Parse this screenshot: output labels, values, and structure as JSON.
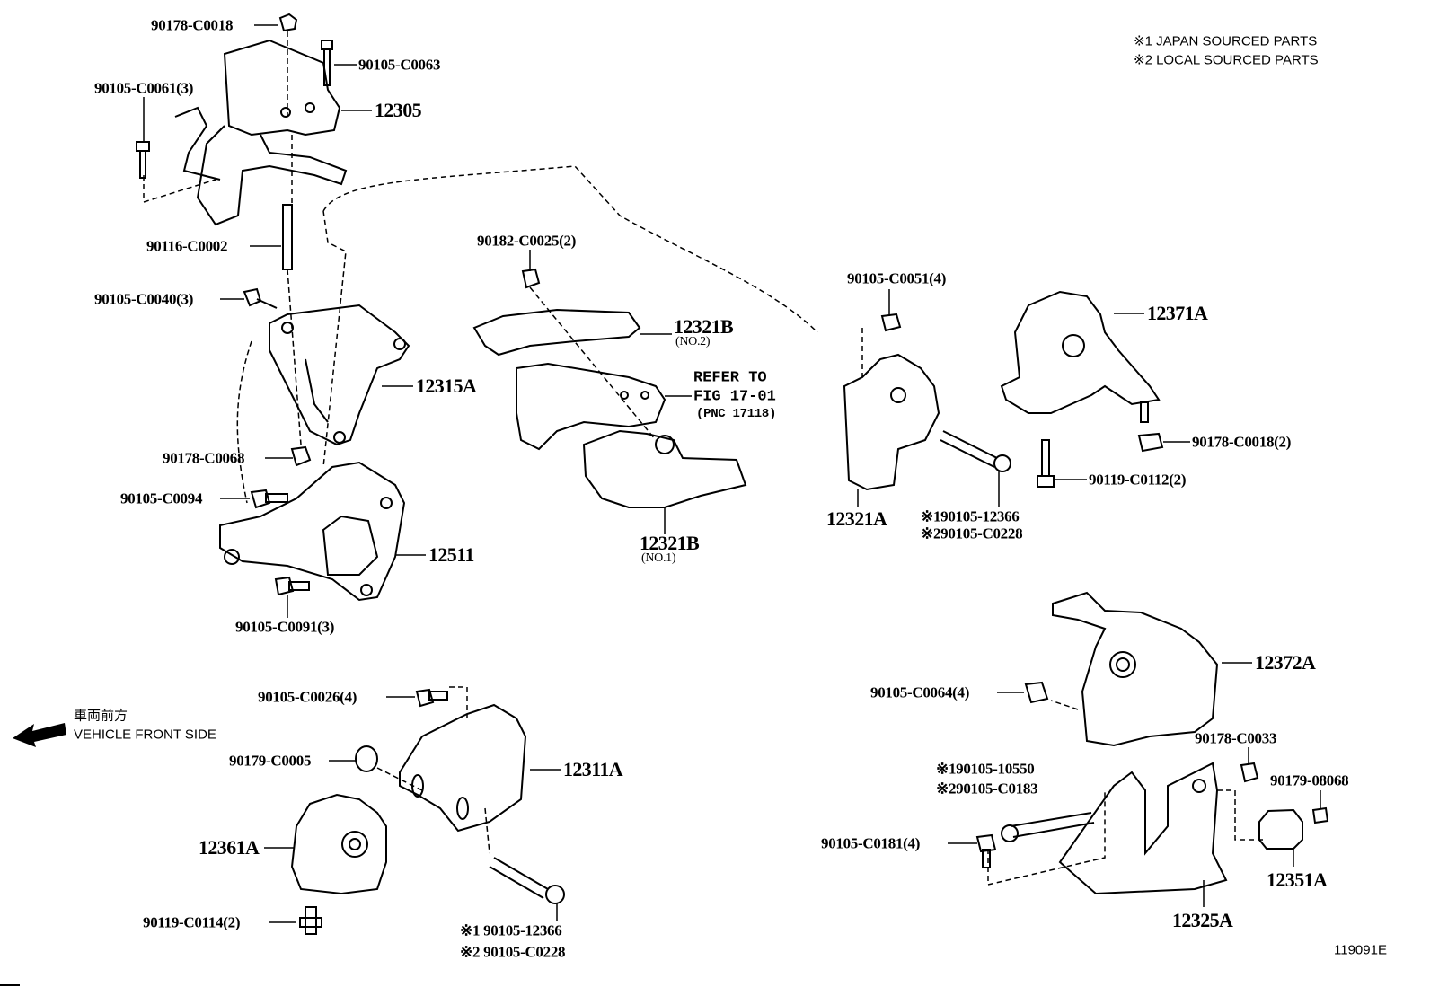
{
  "notes": {
    "japan": "※1 JAPAN SOURCED PARTS",
    "local": "※2 LOCAL SOURCED PARTS"
  },
  "direction": {
    "jp": "車両前方",
    "en": "VEHICLE FRONT SIDE",
    "icon": "arrow-left-icon"
  },
  "refer": {
    "line1": "REFER TO",
    "line2": "FIG 17-01",
    "line3": "(PNC 17118)"
  },
  "figure_id": "119091E",
  "labels": [
    "90178-C0018",
    "90105-C0063",
    "90105-C0061(3)",
    "12305",
    "90116-C0002",
    "90105-C0040(3)",
    "90182-C0025(2)",
    "12321B",
    "(NO.2)",
    "12315A",
    "90178-C0068",
    "90105-C0094",
    "12511",
    "90105-C0091(3)",
    "12321B",
    "(NO.1)",
    "90105-C0051(4)",
    "12371A",
    "90178-C0018(2)",
    "90119-C0112(2)",
    "12321A",
    "※190105-12366",
    "※290105-C0228",
    "12372A",
    "90105-C0064(4)",
    "90178-C0033",
    "※190105-10550",
    "※290105-C0183",
    "90179-08068",
    "90105-C0181(4)",
    "12351A",
    "12325A",
    "90105-C0026(4)",
    "90179-C0005",
    "12311A",
    "12361A",
    "90119-C0114(2)",
    "※1 90105-12366",
    "※2 90105-C0228"
  ]
}
